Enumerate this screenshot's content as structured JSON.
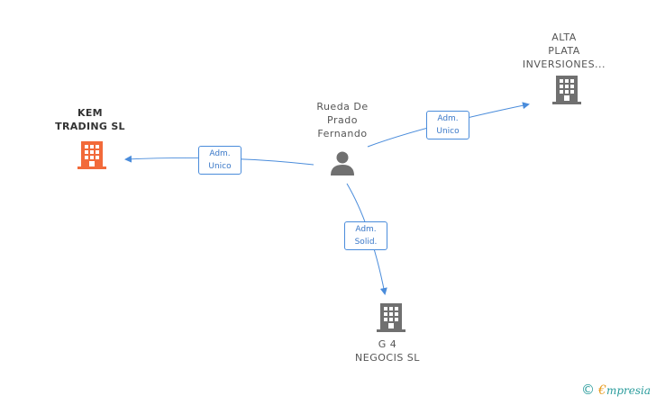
{
  "colors": {
    "accent": "#4a8cdb",
    "main_company": "#f26a3a",
    "company": "#707070",
    "person": "#707070",
    "label_text": "#555555"
  },
  "nodes": {
    "person": {
      "lines": [
        "Rueda De",
        "Prado",
        "Fernando"
      ],
      "icon": "person-icon"
    },
    "kem": {
      "lines": [
        "KEM",
        "TRADING SL"
      ],
      "icon": "building-icon"
    },
    "alta": {
      "lines": [
        "ALTA",
        "PLATA",
        "INVERSIONES..."
      ],
      "icon": "building-icon"
    },
    "g4": {
      "lines": [
        "G 4",
        "NEGOCIS SL"
      ],
      "icon": "building-icon"
    }
  },
  "edges": {
    "to_kem": {
      "lines": [
        "Adm.",
        "Unico"
      ]
    },
    "to_alta": {
      "lines": [
        "Adm.",
        "Unico"
      ]
    },
    "to_g4": {
      "lines": [
        "Adm.",
        "Solid."
      ]
    }
  },
  "brand": {
    "copyright": "©",
    "e": "€",
    "rest": "mpresia"
  }
}
